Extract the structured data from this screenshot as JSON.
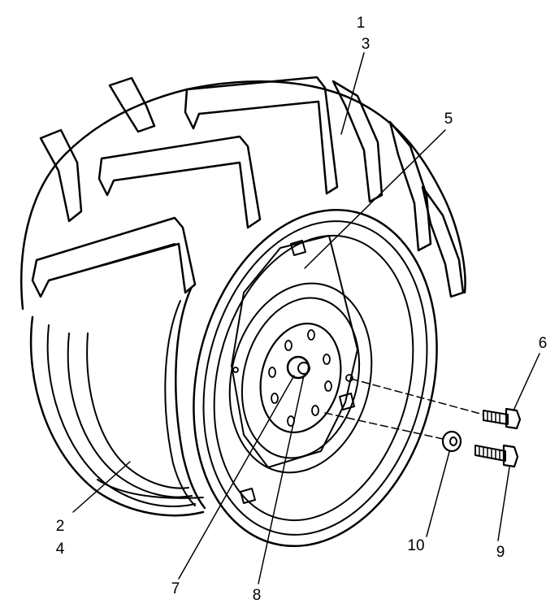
{
  "figure": {
    "callouts": [
      {
        "id": "c1",
        "text": "1"
      },
      {
        "id": "c3",
        "text": "3"
      },
      {
        "id": "c5",
        "text": "5"
      },
      {
        "id": "c6",
        "text": "6"
      },
      {
        "id": "c2",
        "text": "2"
      },
      {
        "id": "c4",
        "text": "4"
      },
      {
        "id": "c10",
        "text": "10"
      },
      {
        "id": "c9",
        "text": "9"
      },
      {
        "id": "c7",
        "text": "7"
      },
      {
        "id": "c8",
        "text": "8"
      }
    ],
    "colors": {
      "ink": "#000000",
      "paper": "#ffffff"
    }
  }
}
